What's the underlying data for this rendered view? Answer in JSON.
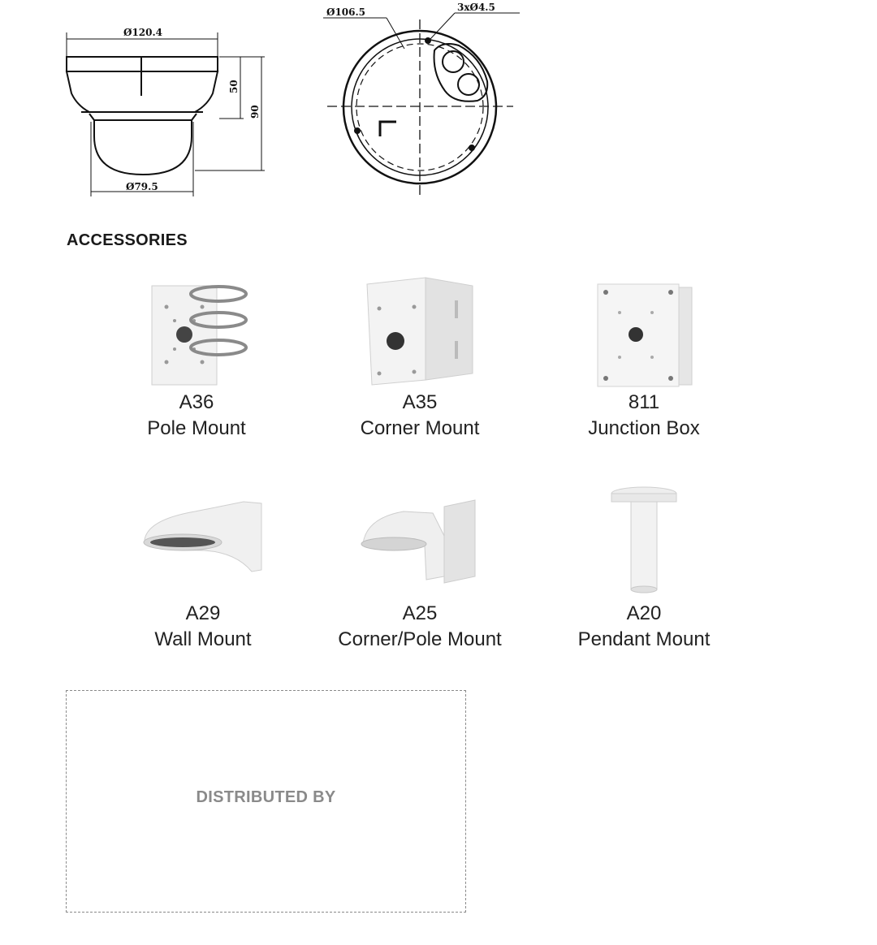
{
  "drawing": {
    "dia_outer": "Ø120.4",
    "dia_dome": "Ø79.5",
    "height_body": "50",
    "height_total": "90",
    "dia_mount": "Ø106.5",
    "holes": "3xØ4.5"
  },
  "section_title": "ACCESSORIES",
  "accessories": [
    {
      "code": "A36",
      "name": "Pole Mount",
      "icon": "pole-mount-icon"
    },
    {
      "code": "A35",
      "name": "Corner Mount",
      "icon": "corner-mount-icon"
    },
    {
      "code": "811",
      "name": "Junction Box",
      "icon": "junction-box-icon"
    },
    {
      "code": "A29",
      "name": "Wall Mount",
      "icon": "wall-mount-icon"
    },
    {
      "code": "A25",
      "name": "Corner/Pole Mount",
      "icon": "corner-pole-mount-icon"
    },
    {
      "code": "A20",
      "name": "Pendant Mount",
      "icon": "pendant-mount-icon"
    }
  ],
  "distributed_by": "DISTRIBUTED BY"
}
